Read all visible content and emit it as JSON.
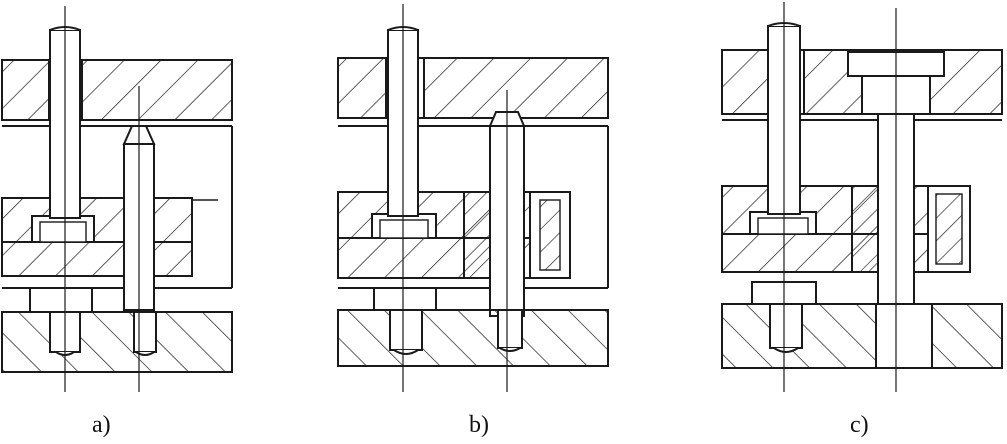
{
  "panels": [
    {
      "label": "a)"
    },
    {
      "label": "b)"
    },
    {
      "label": "c)"
    }
  ],
  "colors": {
    "line": "#1a1a1a",
    "background": "#ffffff"
  }
}
